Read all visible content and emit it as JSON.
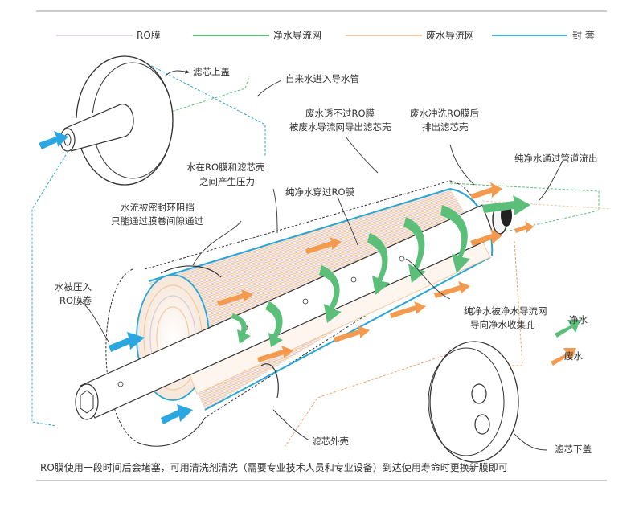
{
  "legend": [
    {
      "label": "RO膜",
      "color": "#d9c9dc"
    },
    {
      "label": "净水导流网",
      "color": "#5bbf7a"
    },
    {
      "label": "废水导流网",
      "color": "#f2c9a2"
    },
    {
      "label": "封 套",
      "color": "#29a6d6"
    }
  ],
  "labels": {
    "top_cap": "滤芯上盖",
    "tap_water": "自来水进入导水管",
    "waste_not_through_1": "废水透不过RO膜",
    "waste_not_through_2": "被废水导流网导出滤芯壳",
    "waste_flush_1": "废水冲洗RO膜后",
    "waste_flush_2": "排出滤芯壳",
    "pure_out": "纯净水通过管道流出",
    "pressure_1": "水在RO膜和滤芯壳",
    "pressure_2": "之间产生压力",
    "pure_through": "纯净水穿过RO膜",
    "seal_1": "水流被密封环阻挡",
    "seal_2": "只能通过膜卷间隙通过",
    "press_in_1": "水被压入",
    "press_in_2": "RO膜卷",
    "guide_1": "纯净水被净水导流网",
    "guide_2": "导向净水收集孔",
    "pure_water": "净水",
    "waste_water": "废水",
    "bottom_cap": "滤芯下盖",
    "shell": "滤芯外壳"
  },
  "footer": "RO膜使用一段时间后会堵塞，可用清洗剂清洗（需要专业技术人员和专业设备）到达使用寿命时更换新膜即可",
  "colors": {
    "pure": "#5bbf7a",
    "waste": "#f39a4e",
    "inflow": "#2aa6e0",
    "seal": "#29a6d6",
    "membrane": "#d9c9dc"
  }
}
